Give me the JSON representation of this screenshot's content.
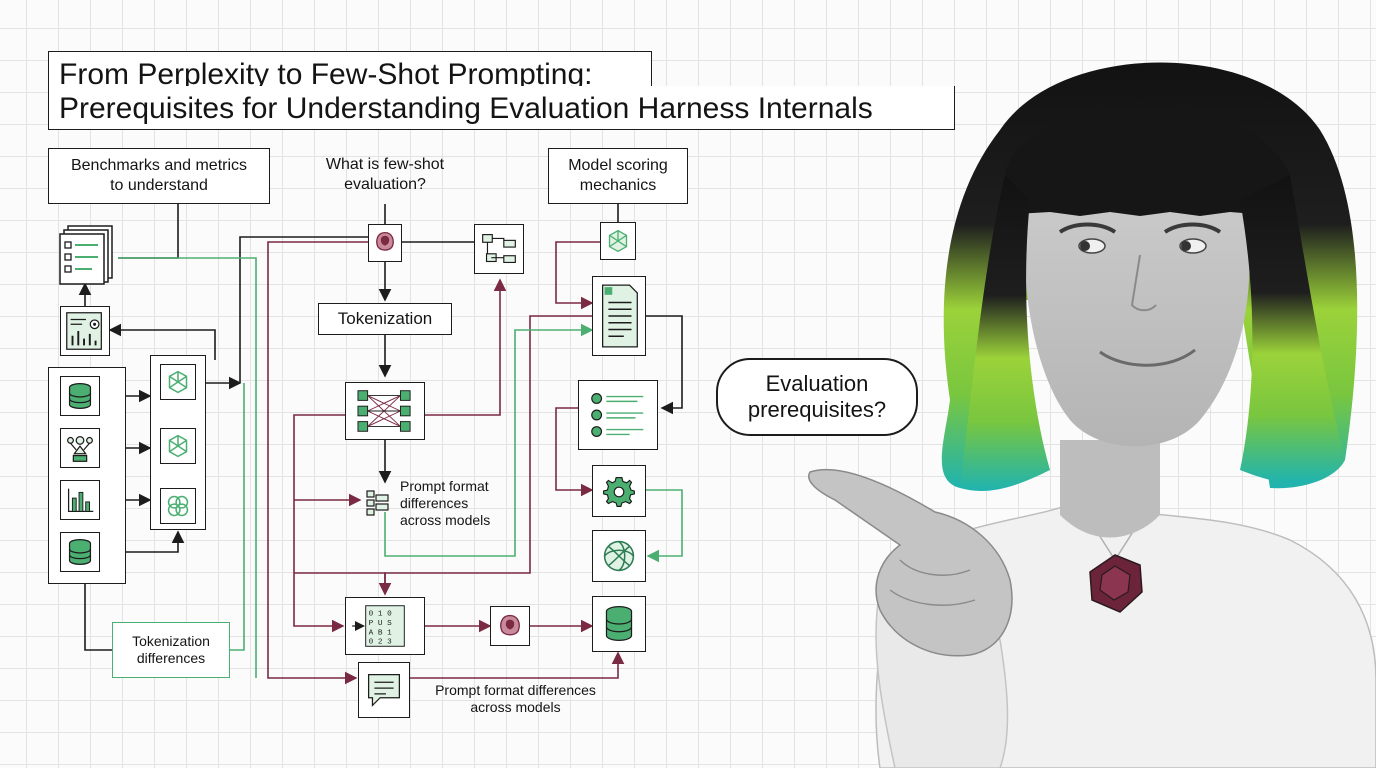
{
  "title": {
    "line1": "From Perplexity to Few-Shot Prompting:",
    "line2": "Prerequisites for Understanding Evaluation Harness Internals"
  },
  "labels": {
    "benchmarks": "Benchmarks and metrics to understand",
    "few_shot": "What is few-shot evaluation?",
    "model_scoring": "Model scoring mechanics",
    "tokenization": "Tokenization",
    "prompt_format_mid": "Prompt format differences across models",
    "tokenization_differences": "Tokenization differences",
    "prompt_format_bottom": "Prompt format differences across models"
  },
  "speech_bubble": "Evaluation prerequisites?",
  "icons": {
    "documents": "stacked-documents-icon",
    "report": "chart-report-icon",
    "database": "database-icon",
    "hierarchy": "people-hierarchy-icon",
    "bar_chart": "bar-chart-icon",
    "model": "model-knot-icon",
    "rose": "rose-icon",
    "flowchart": "flowchart-icon",
    "network": "network-matrix-icon",
    "prompt_list": "prompt-list-icon",
    "tokens": "token-grid-icon",
    "chat": "chat-bubble-icon",
    "document": "scored-document-icon",
    "checklist": "checklist-icon",
    "gear": "gear-icon",
    "brain": "brain-spiral-icon",
    "person": "pointing-woman-photo"
  },
  "colors": {
    "maroon": "#7a2a43",
    "green": "#4caf72",
    "light_green": "#dff2e4",
    "ink": "#1c1c1c"
  }
}
